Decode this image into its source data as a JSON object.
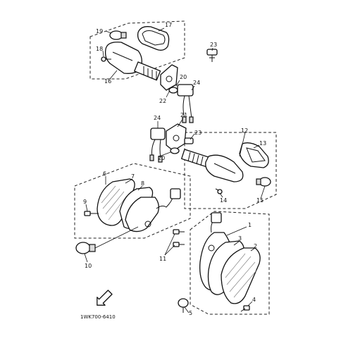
{
  "diagram": {
    "reference_code": "1WK700-6410",
    "callouts": [
      {
        "id": "c17",
        "text": "17"
      },
      {
        "id": "c19",
        "text": "19"
      },
      {
        "id": "c18",
        "text": "18"
      },
      {
        "id": "c16",
        "text": "16"
      },
      {
        "id": "c23a",
        "text": "23"
      },
      {
        "id": "c20a",
        "text": "20"
      },
      {
        "id": "c24a",
        "text": "24"
      },
      {
        "id": "c22",
        "text": "22"
      },
      {
        "id": "c21",
        "text": "21"
      },
      {
        "id": "c24b",
        "text": "24"
      },
      {
        "id": "c23b",
        "text": "23"
      },
      {
        "id": "c12",
        "text": "12"
      },
      {
        "id": "c13",
        "text": "13"
      },
      {
        "id": "c20b",
        "text": "20"
      },
      {
        "id": "c14",
        "text": "14"
      },
      {
        "id": "c15",
        "text": "15"
      },
      {
        "id": "c6",
        "text": "6"
      },
      {
        "id": "c7",
        "text": "7"
      },
      {
        "id": "c8",
        "text": "8"
      },
      {
        "id": "c9",
        "text": "9"
      },
      {
        "id": "c1",
        "text": "1"
      },
      {
        "id": "c3",
        "text": "3"
      },
      {
        "id": "c2",
        "text": "2"
      },
      {
        "id": "c11",
        "text": "11"
      },
      {
        "id": "c10",
        "text": "10"
      },
      {
        "id": "c5",
        "text": "5"
      },
      {
        "id": "c4",
        "text": "4"
      }
    ]
  }
}
